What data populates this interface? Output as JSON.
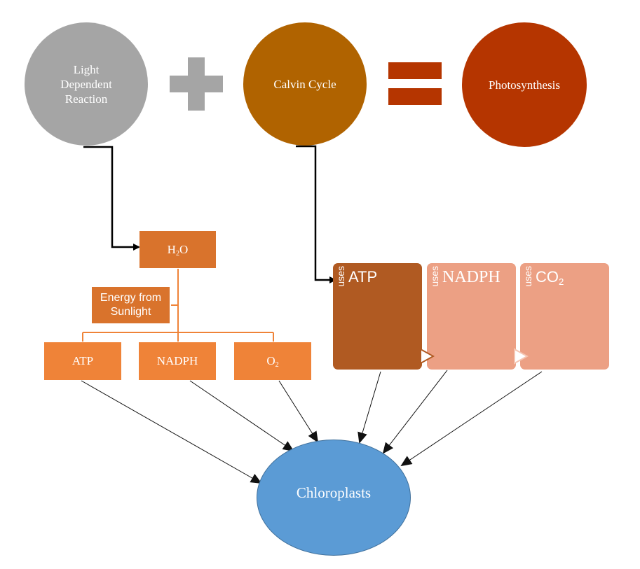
{
  "colors": {
    "gray": "#a5a5a5",
    "calvin": "#b06300",
    "photosynthesis": "#b53500",
    "h2o": "#d9732c",
    "product": "#ef8338",
    "atp_card": "#b05a22",
    "light_card": "#eca084",
    "chloroplast": "#5b9bd5",
    "chloroplast_border": "#41719c"
  },
  "equation": {
    "term1": "Light Dependent Reaction",
    "term1_lines": [
      "Light",
      "Dependent",
      "Reaction"
    ],
    "operator1": "plus",
    "term2": "Calvin Cycle",
    "operator2": "equals",
    "result": "Photosynthesis"
  },
  "light_reaction": {
    "input": {
      "base": "H",
      "sub": "2",
      "tail": "O"
    },
    "energy_label_lines": [
      "Energy from",
      "Sunlight"
    ],
    "products": [
      {
        "label": "ATP"
      },
      {
        "label": "NADPH"
      },
      {
        "base": "O",
        "sub": "2"
      }
    ]
  },
  "calvin_cycle": {
    "cards": [
      {
        "prefix": "uses",
        "label": "ATP"
      },
      {
        "prefix": "uses",
        "label": "NADPH"
      },
      {
        "prefix": "uses",
        "base": "CO",
        "sub": "2"
      }
    ]
  },
  "destination": {
    "label": "Chloroplasts"
  }
}
